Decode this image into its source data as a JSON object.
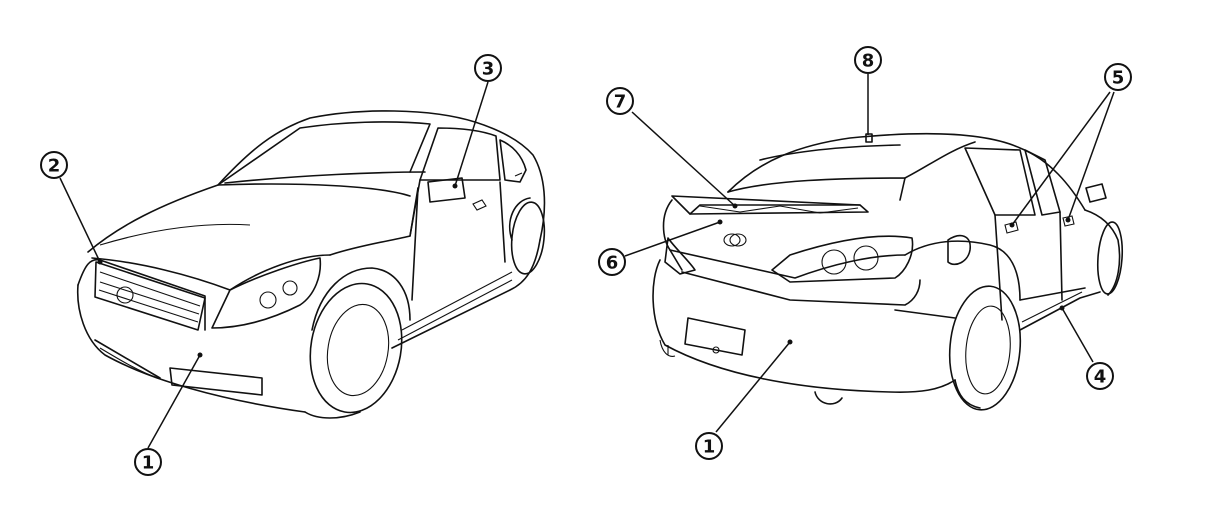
{
  "callouts": {
    "front": {
      "c1": "1",
      "c2": "2",
      "c3": "3"
    },
    "rear": {
      "c1": "1",
      "c4": "4",
      "c5": "5",
      "c6": "6",
      "c7": "7",
      "c8": "8"
    }
  }
}
